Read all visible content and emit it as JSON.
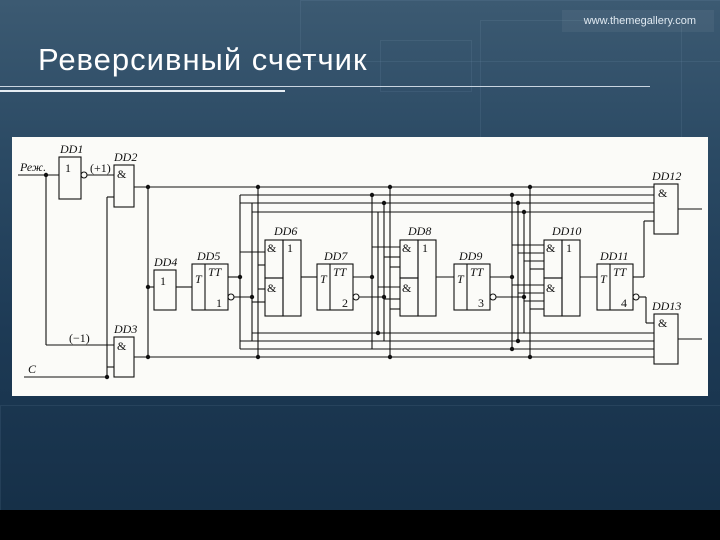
{
  "slide": {
    "title": "Реверсивный счетчик",
    "website": "www.themegallery.com"
  },
  "diagram": {
    "inputs": {
      "mode": "Реж.",
      "clock": "C",
      "plus": "(+1)",
      "minus": "(−1)"
    },
    "elements": [
      {
        "id": "dd1",
        "name": "DD1",
        "symbol": "1"
      },
      {
        "id": "dd2",
        "name": "DD2",
        "symbol": "&"
      },
      {
        "id": "dd3",
        "name": "DD3",
        "symbol": "&"
      },
      {
        "id": "dd4",
        "name": "DD4",
        "symbol": "1"
      },
      {
        "id": "dd5",
        "name": "DD5",
        "t": "T",
        "tt": "TT",
        "index": "1"
      },
      {
        "id": "dd6",
        "name": "DD6",
        "and": "&",
        "or": "1",
        "and2": "&"
      },
      {
        "id": "dd7",
        "name": "DD7",
        "t": "T",
        "tt": "TT",
        "index": "2"
      },
      {
        "id": "dd8",
        "name": "DD8",
        "and": "&",
        "or": "1",
        "and2": "&"
      },
      {
        "id": "dd9",
        "name": "DD9",
        "t": "T",
        "tt": "TT",
        "index": "3"
      },
      {
        "id": "dd10",
        "name": "DD10",
        "and": "&",
        "or": "1",
        "and2": "&"
      },
      {
        "id": "dd11",
        "name": "DD11",
        "t": "T",
        "tt": "TT",
        "index": "4"
      },
      {
        "id": "dd12",
        "name": "DD12",
        "symbol": "&"
      },
      {
        "id": "dd13",
        "name": "DD13",
        "symbol": "&"
      }
    ]
  }
}
